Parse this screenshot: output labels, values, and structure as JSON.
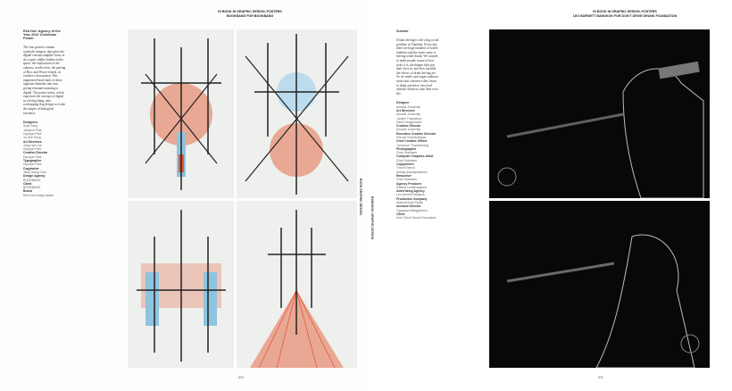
{
  "left_page": {
    "header": [
      "IN BOOK IN GRAPHIC DESIGN, POSTERS",
      "BOOKBANG FOR BOOKBANG"
    ],
    "title": "Red Dot: Agency of the Year 2012 Christmas Poster",
    "body": "The four posters contain symbolic imagery that gives the digital concept tangible form, as do cryptic riddles hidden in the space, the exploration of the cultures, nordic texts, the pairing of Bow and Wrow friends, in creative conversation. This engineered book built of these opposite elements into one, giving resonant meaning to digital. The poster series, which expresses the concept of digital as a living thing, uses overlapping flag design to evoke the shapes of biological existence.",
    "credits": [
      {
        "role": "Designers",
        "names": [
          "Sujin Jang",
          "Jaeyeon Park",
          "Hyunjun Park",
          "Yu-hee Song"
        ]
      },
      {
        "role": "Art Directors",
        "names": [
          "Jung Hye Lee",
          "Hyunjun Park"
        ]
      },
      {
        "role": "Creative Director",
        "names": [
          "Hyunjun Park"
        ]
      },
      {
        "role": "Typographer",
        "names": [
          "Hyunjun Park"
        ]
      },
      {
        "role": "Copywriter",
        "names": [
          "Jisuk Jeong Choi"
        ]
      },
      {
        "role": "Design Agency",
        "names": [
          "BOOKBANG"
        ]
      },
      {
        "role": "Client",
        "names": [
          "BOOKBANG"
        ]
      },
      {
        "role": "Brand",
        "names": [
          "Red Dot Design Award"
        ]
      }
    ],
    "side_text": "BOOK   GRAPHIC DESIGN",
    "page_number": "370"
  },
  "right_page": {
    "header": [
      "IN BOOK IN GRAPHIC DESIGN, POSTERS",
      "LEO BURNETT BANGKOK FOR DON'T DRIVE DRUNK FOUNDATION"
    ],
    "title": "Suicide",
    "body": "Drunk driving is still a big social problem in Thailand. Every day there are huge numbers of traffic fatalities and the main cause is driving while drunk. We wanted to make people aware of how risky it is, the danger they put their lives in, and how horrible the effects of drink driving are. So we made sure target audience sense that whenever they chose to drink and drive, they had already chosen to take their own life.",
    "credits": [
      {
        "role": "Designer",
        "names": [
          "Anuwat Juntorntip"
        ]
      },
      {
        "role": "Art Directors",
        "names": [
          "Anuwat Juntorntip",
          "Jumpei Thawatsun",
          "Satuit Yangphanee"
        ]
      },
      {
        "role": "Creative Director",
        "names": [
          "Anuwat Juntorntip"
        ]
      },
      {
        "role": "Executive Creative Director",
        "names": [
          "Keerati Charnsuwipas"
        ]
      },
      {
        "role": "Chief Creative Officer",
        "names": [
          "Jureeporn Thaidumrong"
        ]
      },
      {
        "role": "Photographer",
        "names": [
          "Chub Nokkaew"
        ]
      },
      {
        "role": "Computer Graphics Artist",
        "names": [
          "Chub Nokkaew"
        ]
      },
      {
        "role": "Copywriters",
        "names": [
          "Thadi Khimsri",
          "Aekkaj Anantapolakorn"
        ]
      },
      {
        "role": "Retoucher",
        "names": [
          "Chub Nokkaew"
        ]
      },
      {
        "role": "Agency Producer",
        "names": [
          "Sittiwut Lertsithipaporn"
        ]
      },
      {
        "role": "Advertising Agency",
        "names": [
          "Leo Burnett Bangkok"
        ]
      },
      {
        "role": "Production Company",
        "names": [
          "Illusion/Hoob Studio"
        ]
      },
      {
        "role": "Account Director",
        "names": [
          "Tippawan Wangdeeron"
        ]
      },
      {
        "role": "Client",
        "names": [
          "Don't Drive Drunk Foundation"
        ]
      }
    ],
    "side_text": "BANGKOK   GRAPHIC DESIGN",
    "page_number": "371"
  }
}
